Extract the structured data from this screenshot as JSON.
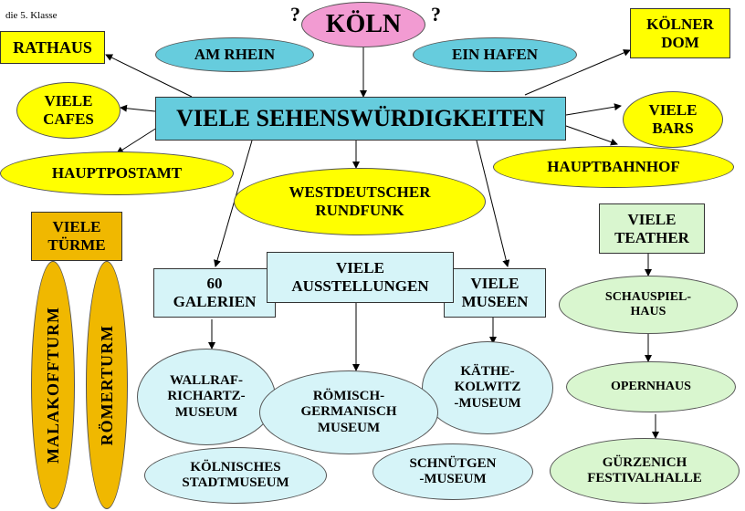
{
  "note": "die 5. Klasse",
  "question_mark": "?",
  "center": "KÖLN",
  "hub": "VIELE  SEHENSWÜRDIGKEITEN",
  "top_left": {
    "am_rhein": "AM RHEIN",
    "rathaus": "RATHAUS",
    "cafes": "VIELE\nCAFES",
    "post": "HAUPTPOSTAMT"
  },
  "top_right": {
    "hafen": "EIN  HAFEN",
    "dom": "KÖLNER\nDOM",
    "bars": "VIELE\nBARS",
    "bahnhof": "HAUPTBAHNHOF"
  },
  "rundfunk": "WESTDEUTSCHER\nRUNDFUNK",
  "tuerme": {
    "title": "VIELE\nTÜRME",
    "items": [
      "MALAKOFFTURM",
      "RÖMERTURM"
    ]
  },
  "galerien": {
    "title": "60\nGALERIEN",
    "items": [
      "WALLRAF-\nRICHARTZ-\nMUSEUM",
      "KÖLNISCHES\nSTADTMUSEUM"
    ]
  },
  "ausstellungen": {
    "title": "VIELE\nAUSSTELLUNGEN",
    "items": [
      "RÖMISCH-\nGERMANISCH\nMUSEUM",
      "SCHNÜTGEN\n-MUSEUM"
    ]
  },
  "museen": {
    "title": "VIELE\nMUSEEN",
    "items": [
      "KÄTHE-\nKOLWITZ\n-MUSEUM"
    ]
  },
  "theater": {
    "title": "VIELE\nTEATHER",
    "items": [
      "SCHAUSPIEL-\nHAUS",
      "OPERNHAUS",
      "GÜRZENICH\nFESTIVALHALLE"
    ]
  },
  "colors": {
    "yellow": "#ffff00",
    "cyan": "#66ccdd",
    "light_cyan": "#d6f4f8",
    "light_green": "#d9f6cf",
    "pink": "#f29bd2",
    "orange": "#f0b800"
  }
}
